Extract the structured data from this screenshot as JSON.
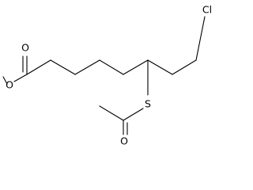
{
  "structure": {
    "atoms": {
      "chlorine": "Cl",
      "ester_carbonyl_oxygen": "O",
      "ester_ether_oxygen": "O",
      "sulfur": "S",
      "thioester_carbonyl_oxygen": "O"
    }
  }
}
